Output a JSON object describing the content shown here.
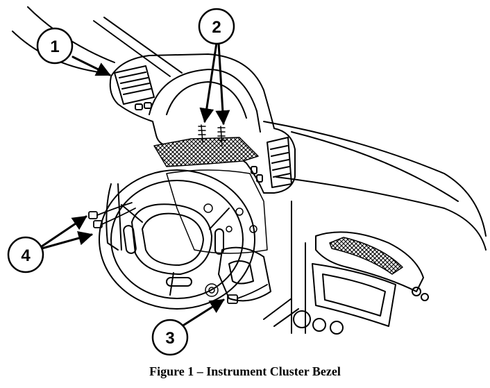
{
  "figure": {
    "caption": "Figure 1 – Instrument Cluster Bezel"
  },
  "callouts": [
    {
      "id": "1",
      "label": "1"
    },
    {
      "id": "2",
      "label": "2"
    },
    {
      "id": "3",
      "label": "3"
    },
    {
      "id": "4",
      "label": "4"
    }
  ]
}
